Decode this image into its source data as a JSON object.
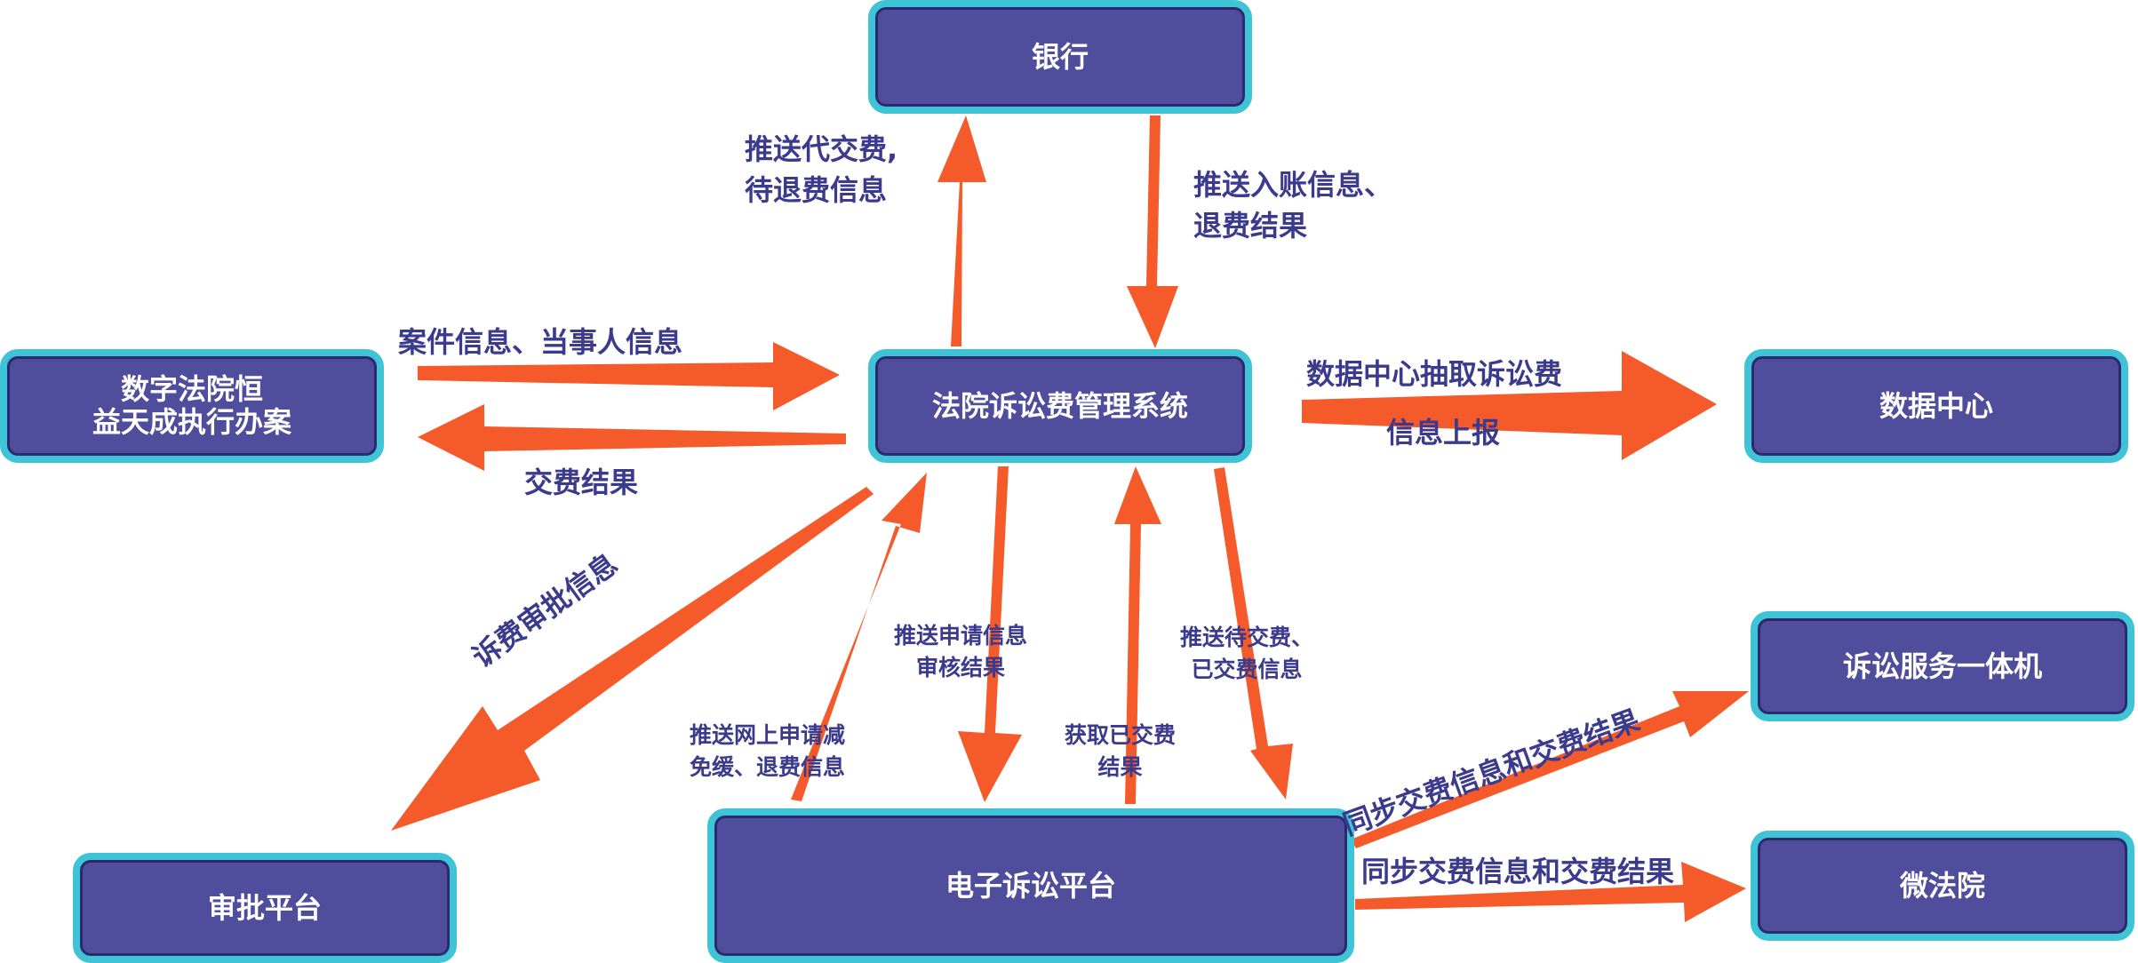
{
  "colors": {
    "node_fill": "#4f4d9c",
    "node_border": "#3fc3d6",
    "arrow": "#f45a2a",
    "label_text": "#3b3a8c"
  },
  "nodes": {
    "bank": "银行",
    "core": "法院诉讼费管理系统",
    "digital_court": "数字法院恒\n益天成执行办案",
    "data_center": "数据中心",
    "approval": "审批平台",
    "e_litigation": "电子诉讼平台",
    "service_kiosk": "诉讼服务一体机",
    "micro_court": "微法院"
  },
  "labels": {
    "push_payment": "推送代交费,\n待退费信息",
    "push_entry": "推送入账信息、\n退费结果",
    "case_info": "案件信息、当事人信息",
    "payment_result": "交费结果",
    "data_extract_line1": "数据中心抽取诉讼费",
    "data_extract_line2": "信息上报",
    "approval_info": "诉费审批信息",
    "push_apply": "推送申请信息\n审核结果",
    "push_pending": "推送待交费、\n已交费信息",
    "push_online": "推送网上申请减\n免缓、退费信息",
    "get_paid": "获取已交费\n结果",
    "sync_kiosk": "同步交费信息和交费结果",
    "sync_micro": "同步交费信息和交费结果"
  }
}
